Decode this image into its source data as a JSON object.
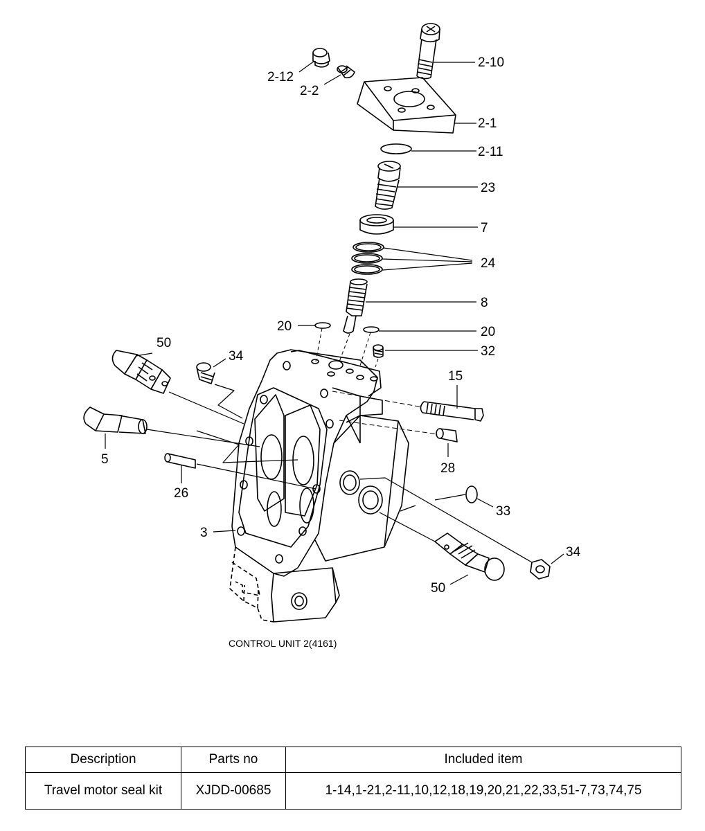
{
  "diagram": {
    "caption": "CONTROL UNIT 2(4161)",
    "callouts": {
      "c_2_12": "2-12",
      "c_2_2": "2-2",
      "c_2_10": "2-10",
      "c_2_1": "2-1",
      "c_2_11": "2-11",
      "c_23": "23",
      "c_7": "7",
      "c_24": "24",
      "c_8": "8",
      "c_20a": "20",
      "c_20b": "20",
      "c_32": "32",
      "c_50a": "50",
      "c_34a": "34",
      "c_15": "15",
      "c_5": "5",
      "c_28": "28",
      "c_26": "26",
      "c_33": "33",
      "c_3": "3",
      "c_34b": "34",
      "c_50b": "50"
    }
  },
  "table": {
    "headers": [
      "Description",
      "Parts no",
      "Included item"
    ],
    "rows": [
      [
        "Travel motor seal kit",
        "XJDD-00685",
        "1-14,1-21,2-11,10,12,18,19,20,21,22,33,51-7,73,74,75"
      ]
    ]
  }
}
